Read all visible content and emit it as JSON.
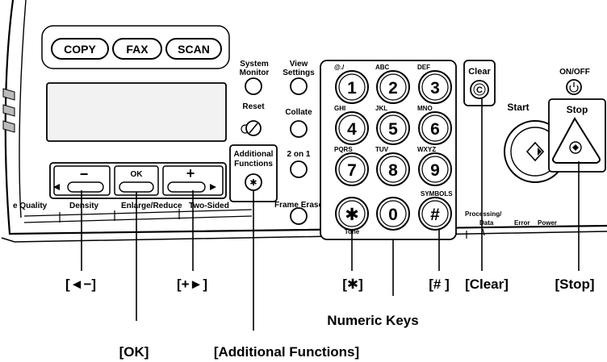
{
  "mode_buttons": [
    "COPY",
    "FAX",
    "SCAN"
  ],
  "left_keys": {
    "system_monitor": [
      "System",
      "Monitor"
    ],
    "reset": "Reset",
    "additional_functions": [
      "Additional",
      "Functions"
    ]
  },
  "mid_keys": {
    "view_settings": [
      "View",
      "Settings"
    ],
    "collate": "Collate",
    "two_on_one": "2 on 1",
    "frame_erase": "Frame Erase"
  },
  "nav": {
    "minus": "−",
    "ok": "OK",
    "plus": "+"
  },
  "function_tabs": [
    "e Quality",
    "Density",
    "Enlarge/Reduce",
    "Two-Sided"
  ],
  "numeric_keys": [
    {
      "digit": "1",
      "letters": "@./"
    },
    {
      "digit": "2",
      "letters": "ABC"
    },
    {
      "digit": "3",
      "letters": "DEF"
    },
    {
      "digit": "4",
      "letters": "GHI"
    },
    {
      "digit": "5",
      "letters": "JKL"
    },
    {
      "digit": "6",
      "letters": "MNO"
    },
    {
      "digit": "7",
      "letters": "PQRS"
    },
    {
      "digit": "8",
      "letters": "TUV"
    },
    {
      "digit": "9",
      "letters": "WXYZ"
    },
    {
      "digit": "✱",
      "letters": "Tone"
    },
    {
      "digit": "0",
      "letters": ""
    },
    {
      "digit": "#",
      "letters": "SYMBOLS"
    }
  ],
  "clear": {
    "label": "Clear",
    "glyph": "C"
  },
  "power": {
    "label": "ON/OFF"
  },
  "start": {
    "label": "Start"
  },
  "stop": {
    "label": "Stop"
  },
  "indicators": {
    "processing": "Processing/",
    "data": "Data",
    "error": "Error",
    "power": "Power"
  },
  "callouts": {
    "minus": "[◄−]",
    "plus": "[+►]",
    "star": "[✱]",
    "hash": "[# ]",
    "clear": "[Clear]",
    "stop": "[Stop]",
    "numeric": "Numeric Keys",
    "ok": "[OK]",
    "additional": "[Additional Functions]"
  }
}
